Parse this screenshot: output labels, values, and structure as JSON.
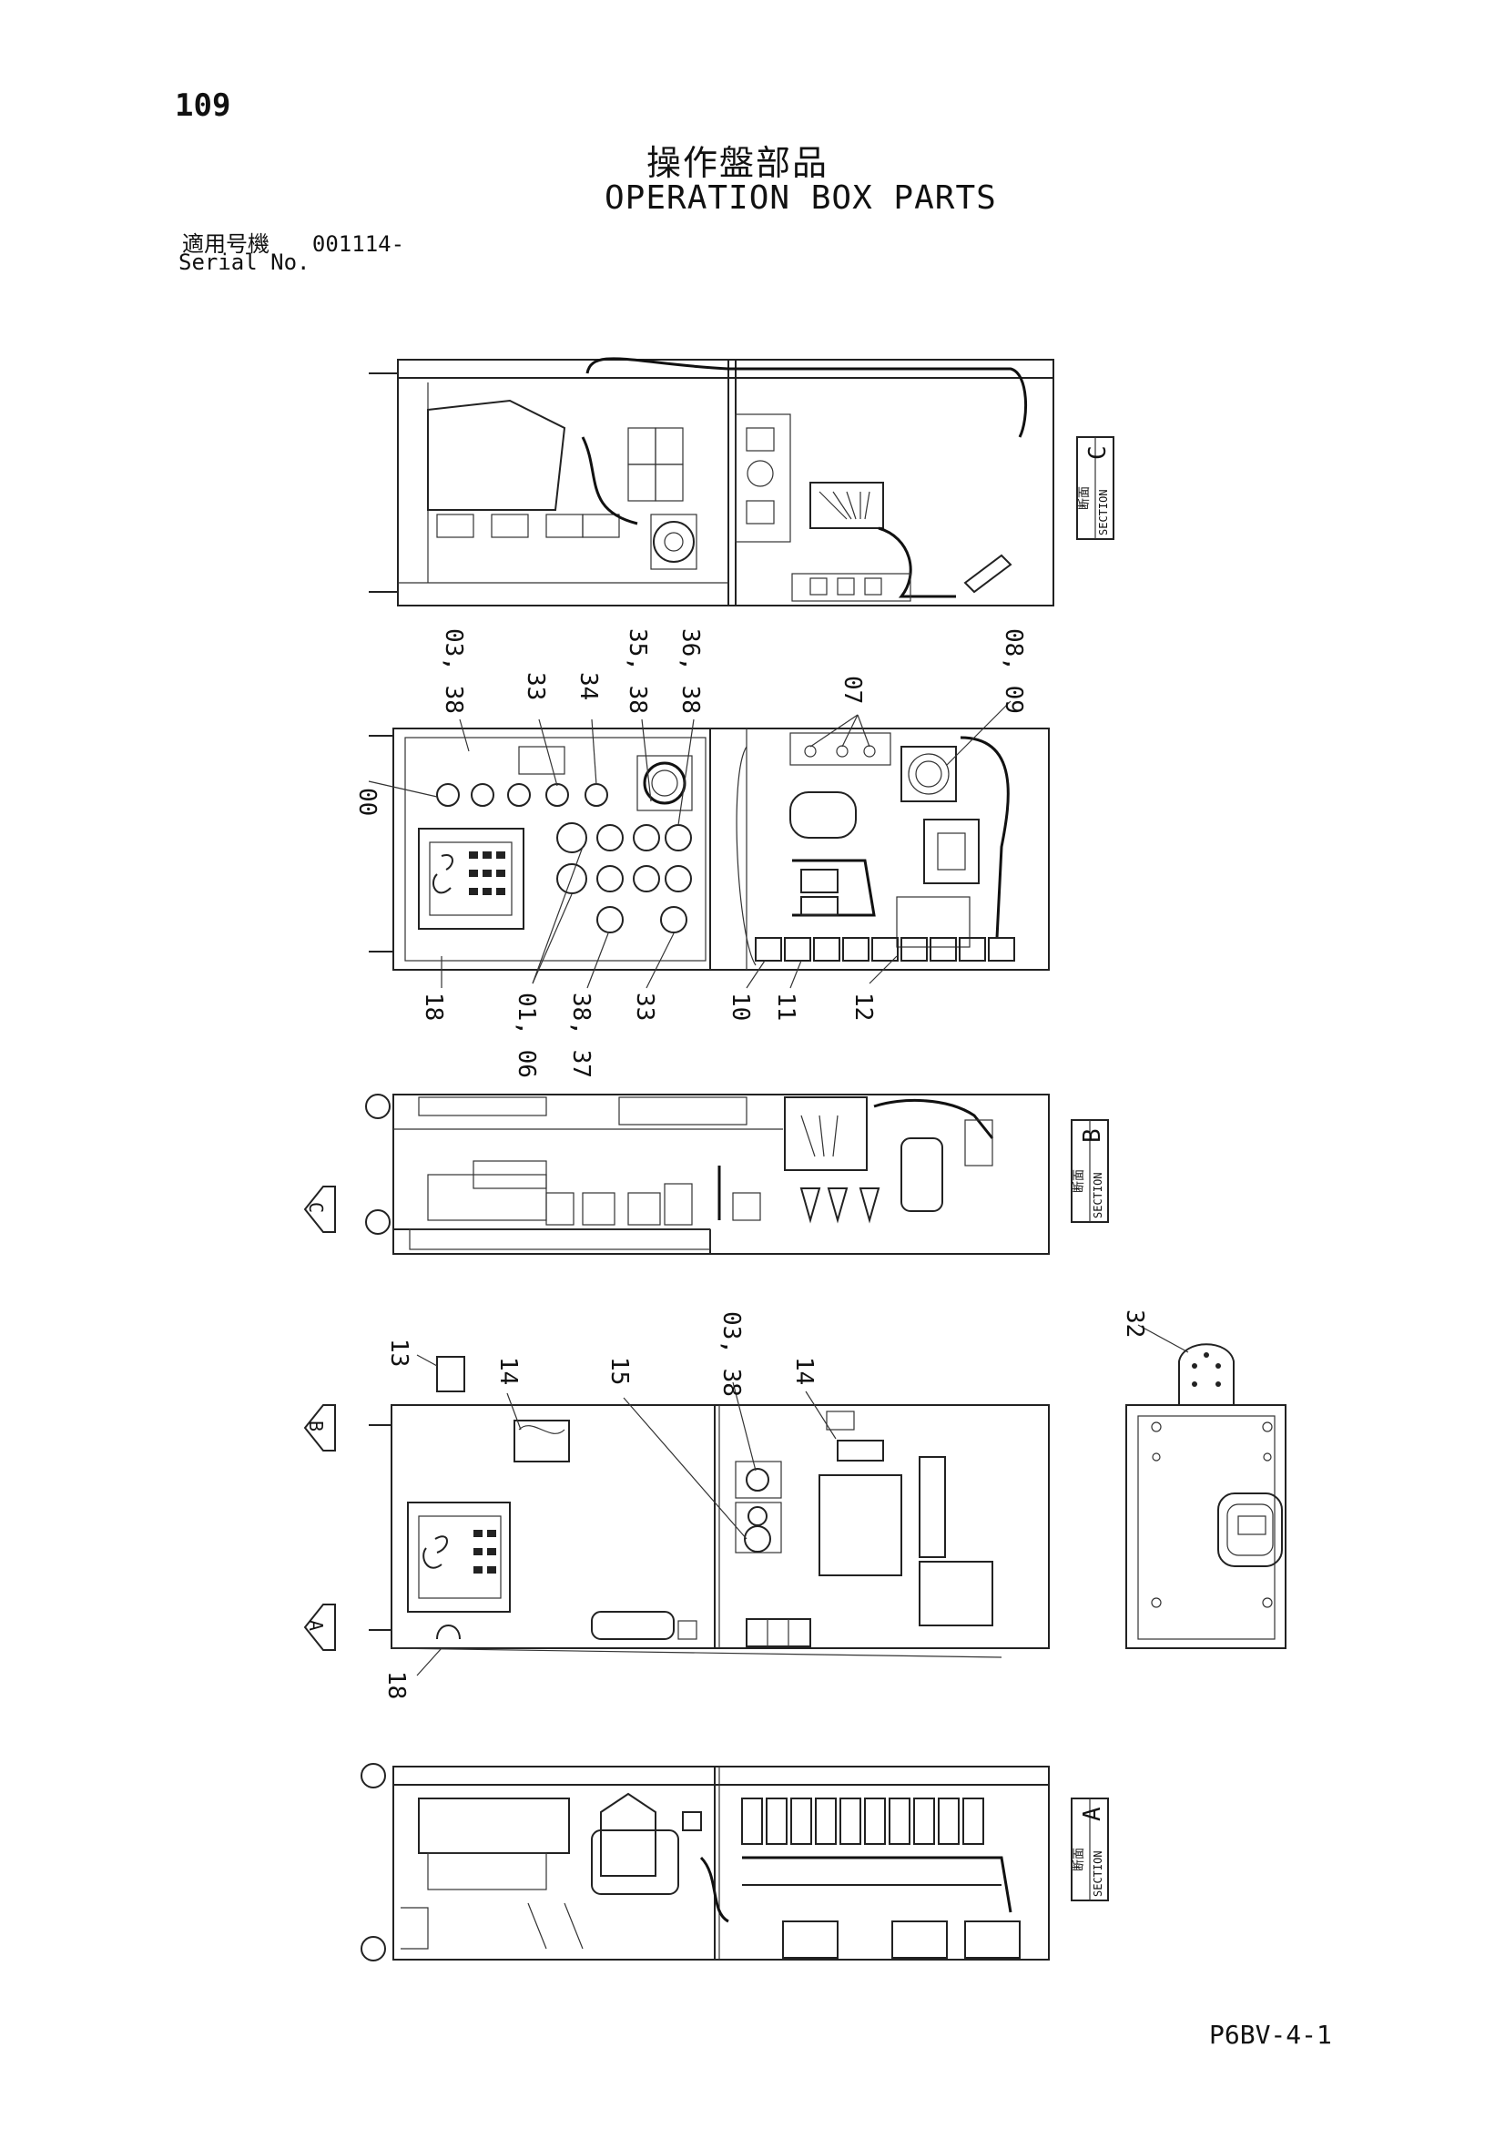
{
  "page_number": "109",
  "title_jp": "操作盤部品",
  "title_en": "OPERATION BOX PARTS",
  "serial_label_jp": "適用号機",
  "serial_value": "001114-",
  "serial_label_en": "Serial No.",
  "doc_code": "P6BV-4-1",
  "section_box": {
    "jp": "断面",
    "en": "SECTION"
  },
  "sections": {
    "c": "C",
    "b": "B",
    "a": "A"
  },
  "view_arrows": {
    "c": "C",
    "b": "B",
    "a": "A"
  },
  "callouts_front": {
    "c00": "00",
    "c0338": "03, 38",
    "c33a": "33",
    "c34": "34",
    "c3538": "35, 38",
    "c3638": "36, 38",
    "c07": "07",
    "c0809": "08, 09",
    "c18": "18",
    "c0106": "01, 06",
    "c3837": "38, 37",
    "c33b": "33",
    "c10": "10",
    "c11": "11",
    "c12": "12"
  },
  "callouts_rear": {
    "c13": "13",
    "c14a": "14",
    "c15": "15",
    "c0338": "03, 38",
    "c14b": "14",
    "c32": "32",
    "c18": "18"
  }
}
